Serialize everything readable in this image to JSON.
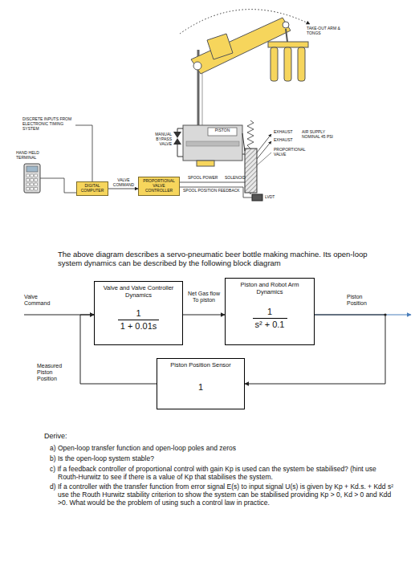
{
  "diagram": {
    "nodes": [
      {
        "text": [
          "DIGITAL COMPUTER"
        ]
      },
      {
        "text": [
          "PROPORTIONAL VALVE CONTROLLER"
        ]
      },
      {
        "text": [
          "Valve and Valve Controller Dynamics",
          "1",
          "1 + 0.01s"
        ]
      },
      {
        "text": [
          "Piston and Robot Arm Dynamics",
          "1",
          "s² + 0.1"
        ]
      },
      {
        "text": [
          "Piston Position Sensor",
          "1"
        ]
      }
    ],
    "edges": [
      {
        "from": 0,
        "to": 1,
        "arrow": "to",
        "label": "VALVE COMMAND"
      },
      {
        "from": 2,
        "to": 3,
        "arrow": "to",
        "label": "Net Gas flow To piston"
      },
      {
        "from": 3,
        "to": 4,
        "arrow": "to"
      },
      {
        "from": 4,
        "to": 2,
        "arrow": "to"
      }
    ],
    "labels": [
      "TAKE-OUT ARM & TONGS",
      "DISCRETE INPUTS FROM ELECTRONIC TIMING SYSTEM",
      "HAND HELD TERMINAL",
      "MANUAL BYPASS VALVE",
      "PISTON",
      "EXHAUST",
      "AIR SUPPLY NOMINAL 45 PSI",
      "EXHAUST",
      "PROPORTIONAL VALVE",
      "SPOOL POWER",
      "SOLENOID",
      "SPOOL POSITION FEEDBACK",
      "LVDT",
      "The above diagram describes a servo-pneumatic beer bottle making machine. Its open-loop system dynamics can be described by the following block diagram",
      "Valve Command",
      "Piston Position",
      "Measured Piston Position",
      "Derive:",
      "a) Open-loop transfer function and open-loop poles and zeros",
      "b) Is the open-loop system stable?",
      "c) If a feedback controller of proportional control with gain Kp is used can the system be stabilised? (hint use Routh-Hurwitz to see if there is a value of Kp that stabilises the system.",
      "d) If a controller with the transfer function from error signal E(s) to input signal U(s) is given by Kp + Kd.s. + Kdd s² use the Routh Hurwitz stability criterion to show the system can be stabilised providing Kp > 0, Kd > 0 and Kdd >0. What would be the problem of using such a control law in practice."
    ]
  }
}
